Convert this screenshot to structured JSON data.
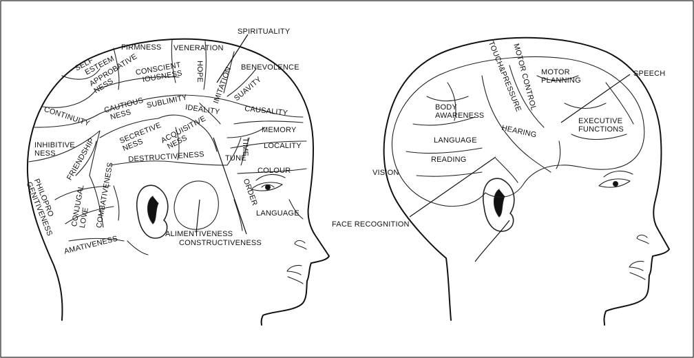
{
  "left_head": {
    "labels": {
      "spirituality": "SPIRITUALITY",
      "firmness": "FIRMNESS",
      "veneration": "VENERATION",
      "benevolence": "BENEVOLENCE",
      "self_esteem_1": "SELF",
      "self_esteem_2": "ESTEEM",
      "approbativeness_1": "APPROBATIVE",
      "approbativeness_2": "NESS",
      "conscientiousness_1": "CONSCIENT",
      "conscientiousness_2": "IOUSNESS",
      "hope": "HOPE",
      "imitation": "IMITATION",
      "suavity": "SUAVITY",
      "continuity": "CONTINUITY",
      "cautiousness_1": "CAUTIOUS",
      "cautiousness_2": "NESS",
      "sublimity": "SUBLIMITY",
      "ideality": "IDEALITY",
      "causality": "CAUSALITY",
      "memory": "MEMORY",
      "inhibitiveness_1": "INHIBITIVE",
      "inhibitiveness_2": "NESS",
      "friendship": "FRIENDSHIP",
      "secretiveness_1": "SECRETIVE",
      "secretiveness_2": "NESS",
      "acquisitiveness_1": "ACQUISITIVE",
      "acquisitiveness_2": "NESS",
      "time": "TIME",
      "locality": "LOCALITY",
      "destructiveness": "DESTRUCTIVENESS",
      "tune": "TUNE",
      "colour": "COLOUR",
      "combativeness": "COMBATIVENESS",
      "philoprogenitiveness_1": "PHILOPRO",
      "philoprogenitiveness_2": "GENITIVENESS",
      "conjugal_love_1": "CONJUGAL",
      "conjugal_love_2": "LOVE",
      "order": "ORDER",
      "language": "LANGUAGE",
      "alimentiveness": "ALIMENTIVENESS",
      "constructiveness": "CONSTRUCTIVENESS",
      "amativeness": "AMATIVENESS"
    }
  },
  "right_head": {
    "labels": {
      "touch_pressure": "TOUCH&PRESSURE",
      "motor_control": "MOTOR CONTROL",
      "motor_planning_1": "MOTOR",
      "motor_planning_2": "PLANNING",
      "speech": "SPEECH",
      "body_awareness_1": "BODY",
      "body_awareness_2": "AWARENESS",
      "hearing": "HEARING",
      "executive_functions_1": "EXECUTIVE",
      "executive_functions_2": "FUNCTIONS",
      "language": "LANGUAGE",
      "reading": "READING",
      "vision": "VISION",
      "face_recognition": "FACE RECOGNITION"
    }
  }
}
